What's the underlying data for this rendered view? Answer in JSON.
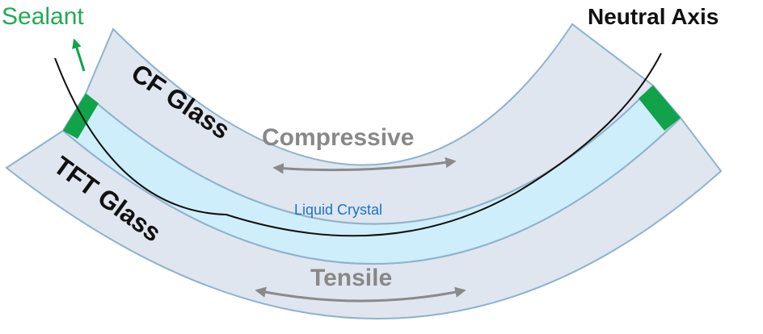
{
  "labels": {
    "sealant": "Sealant",
    "neutral_axis": "Neutral Axis",
    "cf_glass": "CF Glass",
    "tft_glass": "TFT Glass",
    "compressive": "Compressive",
    "liquid_crystal": "Liquid Crystal",
    "tensile": "Tensile"
  },
  "colors": {
    "glass_fill": "#dfe6ef",
    "glass_stroke": "#8fb2cc",
    "liquid_crystal_fill": "#cfeefb",
    "sealant": "#10a34a",
    "sealant_label": "#22aa55",
    "arrow": "#8a8a8a",
    "neutral_axis_line": "#111111",
    "liquid_crystal_text": "#1a73c8",
    "text_dark": "#111111",
    "text_gray": "#888888"
  },
  "icons": {
    "sealant_arrow": "up-left-arrow-icon",
    "compressive_arrow": "double-headed-arrow-icon",
    "tensile_arrow": "double-headed-arrow-icon"
  }
}
